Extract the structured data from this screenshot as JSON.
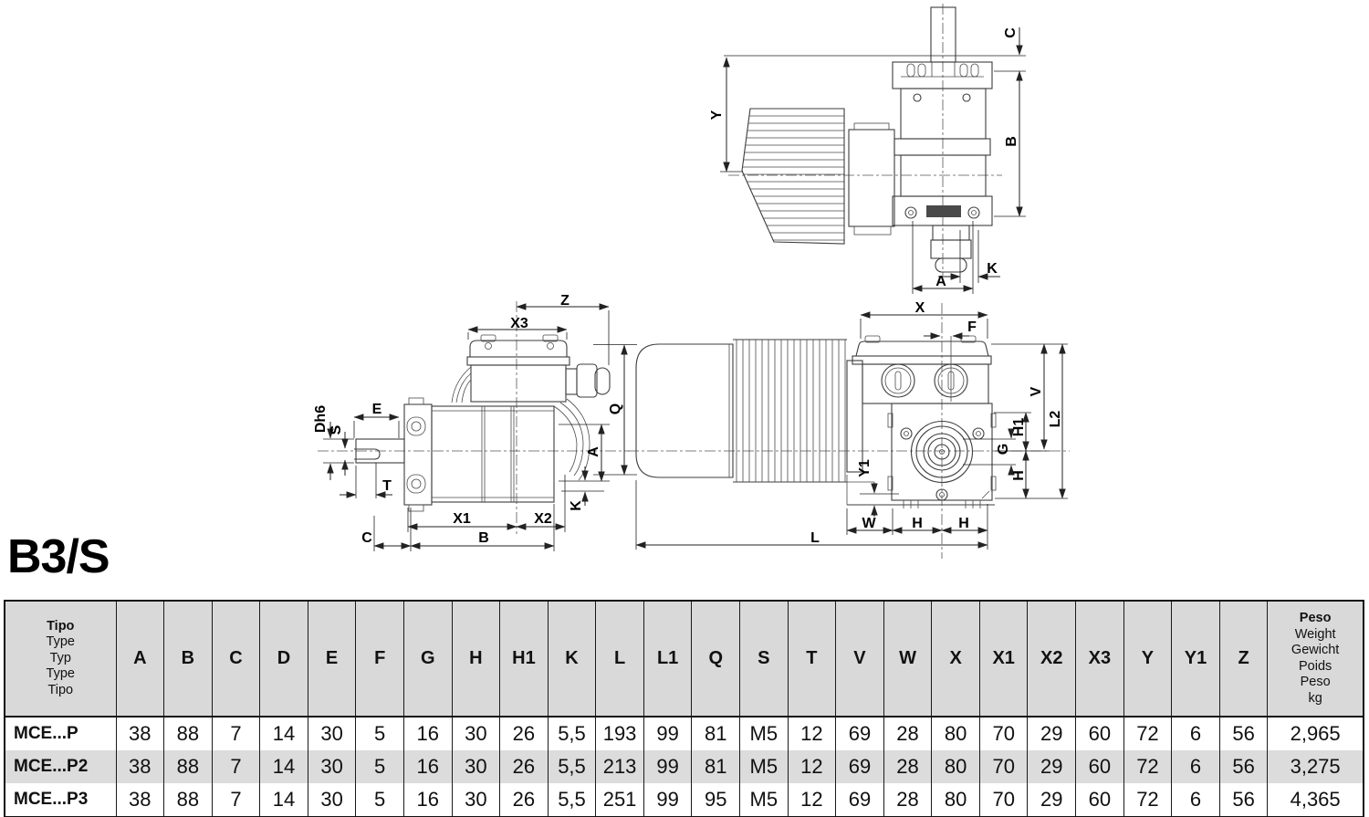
{
  "page": {
    "title": "B3/S"
  },
  "labels": {
    "tv_c": "C",
    "tv_y": "Y",
    "tv_b": "B",
    "tv_a": "A",
    "tv_k": "K",
    "sv_z": "Z",
    "sv_x3": "X3",
    "sv_dh6": "Dh6",
    "sv_s": "S",
    "sv_e": "E",
    "sv_t": "T",
    "sv_a": "A",
    "sv_k": "K",
    "sv_x1": "X1",
    "sv_x2": "X2",
    "sv_c": "C",
    "sv_b": "B",
    "fv_x": "X",
    "fv_f": "F",
    "fv_q": "Q",
    "fv_v": "V",
    "fv_l2": "L2",
    "fv_h1": "H1",
    "fv_g": "G",
    "fv_h": "H",
    "fv_y1": "Y1",
    "fv_w": "W",
    "fv_hb1": "H",
    "fv_hb2": "H",
    "fv_l": "L"
  },
  "table": {
    "header": {
      "tipo_lines": [
        "Tipo",
        "Type",
        "Typ",
        "Type",
        "Tipo"
      ],
      "columns": [
        "A",
        "B",
        "C",
        "D",
        "E",
        "F",
        "G",
        "H",
        "H1",
        "K",
        "L",
        "L1",
        "Q",
        "S",
        "T",
        "V",
        "W",
        "X",
        "X1",
        "X2",
        "X3",
        "Y",
        "Y1",
        "Z"
      ],
      "peso_lines": [
        "Peso",
        "Weight",
        "Gewicht",
        "Poids",
        "Peso",
        "kg"
      ]
    },
    "rows": [
      {
        "tipo": "MCE...P",
        "values": [
          "38",
          "88",
          "7",
          "14",
          "30",
          "5",
          "16",
          "30",
          "26",
          "5,5",
          "193",
          "99",
          "81",
          "M5",
          "12",
          "69",
          "28",
          "80",
          "70",
          "29",
          "60",
          "72",
          "6",
          "56"
        ],
        "peso": "2,965"
      },
      {
        "tipo": "MCE...P2",
        "values": [
          "38",
          "88",
          "7",
          "14",
          "30",
          "5",
          "16",
          "30",
          "26",
          "5,5",
          "213",
          "99",
          "81",
          "M5",
          "12",
          "69",
          "28",
          "80",
          "70",
          "29",
          "60",
          "72",
          "6",
          "56"
        ],
        "peso": "3,275"
      },
      {
        "tipo": "MCE...P3",
        "values": [
          "38",
          "88",
          "7",
          "14",
          "30",
          "5",
          "16",
          "30",
          "26",
          "5,5",
          "251",
          "99",
          "95",
          "M5",
          "12",
          "69",
          "28",
          "80",
          "70",
          "29",
          "60",
          "72",
          "6",
          "56"
        ],
        "peso": "4,365"
      }
    ]
  }
}
